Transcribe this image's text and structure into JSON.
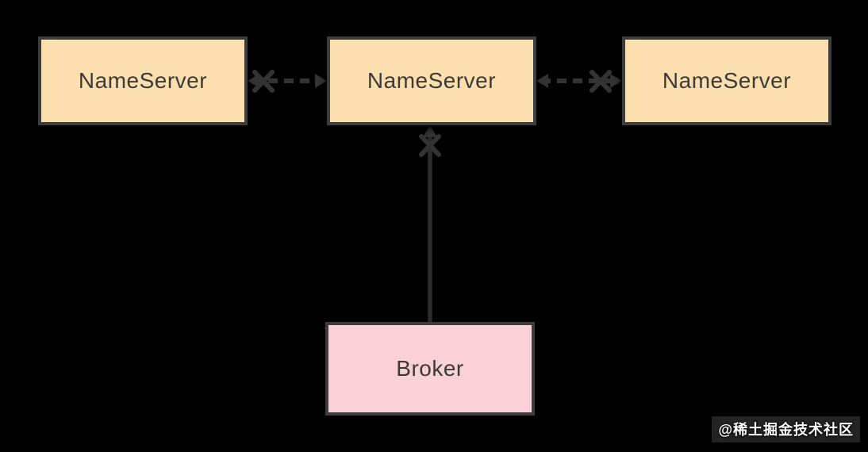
{
  "diagram": {
    "background_color": "#000000",
    "connector_color": "#333333",
    "node_border_color": "#3d3d3d",
    "nodes": [
      {
        "id": "nameserver-1",
        "label": "NameServer",
        "fill": "#fbdfaf"
      },
      {
        "id": "nameserver-2",
        "label": "NameServer",
        "fill": "#fbdfaf"
      },
      {
        "id": "nameserver-3",
        "label": "NameServer",
        "fill": "#fbdfaf"
      },
      {
        "id": "broker",
        "label": "Broker",
        "fill": "#fad1d8"
      }
    ],
    "edges": [
      {
        "from": "nameserver-1",
        "to": "nameserver-2",
        "line": "dashed",
        "arrows": "both",
        "marker": "cross"
      },
      {
        "from": "nameserver-2",
        "to": "nameserver-3",
        "line": "dashed",
        "arrows": "both",
        "marker": "cross"
      },
      {
        "from": "broker",
        "to": "nameserver-2",
        "line": "solid",
        "arrows": "to",
        "marker": "cross"
      }
    ]
  },
  "watermark": {
    "text": "@稀土掘金技术社区",
    "text_color": "#ffffff"
  }
}
